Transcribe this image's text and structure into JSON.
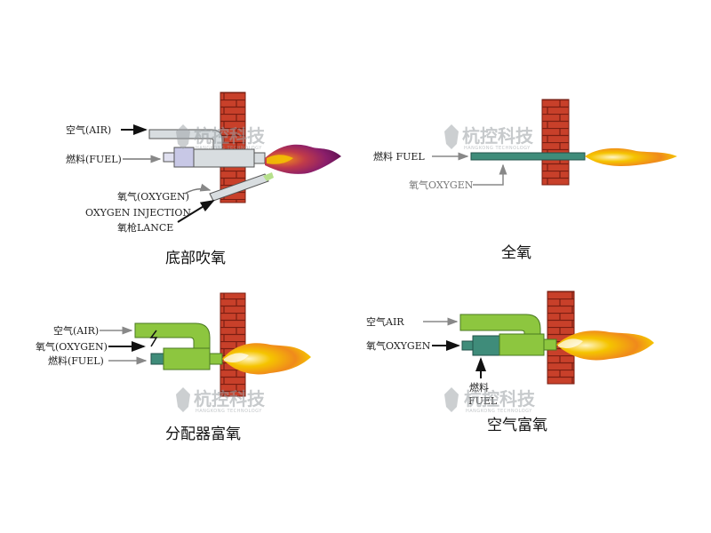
{
  "watermark": {
    "text": "杭控科技",
    "subtext": "HANGKONG TECHNOLOGY"
  },
  "panel1": {
    "caption": "底部吹氧",
    "air": "空气(AIR)",
    "fuel": "燃料(FUEL)",
    "oxygen": "氧气(OXYGEN)",
    "injection": "OXYGEN INJECTION",
    "lance": "氧枪LANCE"
  },
  "panel2": {
    "caption": "全氧",
    "fuel": "燃料 FUEL",
    "oxygen": "氧气OXYGEN"
  },
  "panel3": {
    "caption": "分配器富氧",
    "air": "空气(AIR)",
    "oxygen": "氧气(OXYGEN)",
    "fuel": "燃料(FUEL)"
  },
  "panel4": {
    "caption": "空气富氧",
    "air": "空气AIR",
    "oxygen": "氧气OXYGEN",
    "fuel_cn": "燃料",
    "fuel_en": "FUEL"
  },
  "colors": {
    "brick": "#c8402a",
    "mortar": "#7a1e12",
    "pipe_green": "#8dc63f",
    "pipe_gray": "#d8dde0",
    "pipe_lavender": "#c8c8e6",
    "pipe_teal": "#3f8c7a",
    "flame_yellow": "#f5c400",
    "flame_orange": "#f08a1c",
    "flame_purple": "#8a1e6a"
  }
}
